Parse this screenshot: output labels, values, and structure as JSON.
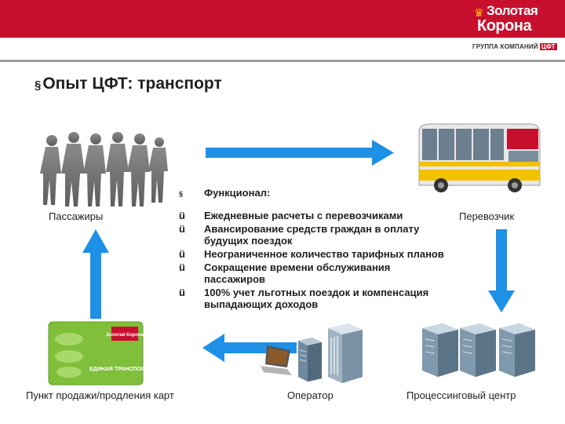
{
  "header": {
    "logo_line1": "Золотая",
    "logo_line2": "Корона",
    "group_label": "ГРУППА КОМПАНИЙ",
    "group_badge": "ЦФТ"
  },
  "slide": {
    "bullet_mark": "§",
    "title": "Опыт ЦФТ: транспорт"
  },
  "nodes": {
    "passengers": "Пассажиры",
    "carrier": "Перевозчик",
    "point_of_sale": "Пункт продажи/продления карт",
    "operator": "Оператор",
    "processing": "Процессинговый центр"
  },
  "functions": {
    "heading_mark": "§",
    "heading": "Функционал:",
    "check_mark": "ü",
    "items": [
      "Ежедневные расчеты с перевозчиками",
      "Авансирование средств граждан в оплату будущих поездок",
      "Неограниченное количество тарифных планов",
      "Сокращение времени обслуживания пассажиров",
      "100% учет льготных поездок и компенсация выпадающих доходов"
    ]
  },
  "card": {
    "brand": "Золотая Корона",
    "text": "ЕДИНАЯ ТРАНСПОРТНАЯ КАРТА"
  },
  "colors": {
    "brand_red": "#c8102e",
    "arrow_blue": "#1e90e6",
    "card_green": "#7fbf3a",
    "bus_yellow": "#f2c200"
  },
  "icons": [
    "people-icon",
    "bus-icon",
    "laptop-icon",
    "server-icon",
    "transport-card-icon",
    "arrow-right-icon",
    "arrow-down-icon",
    "arrow-left-icon",
    "arrow-up-icon"
  ]
}
